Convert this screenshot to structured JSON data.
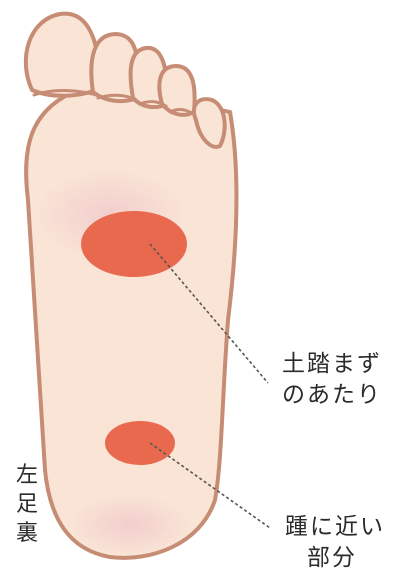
{
  "side_label": [
    "左",
    "足",
    "裏"
  ],
  "annotations": {
    "ball": {
      "lines": [
        "土踏まず",
        "のあたり"
      ]
    },
    "heel": {
      "lines": [
        "踵に近い",
        "部分"
      ]
    }
  },
  "colors": {
    "skin": "#f9e4d6",
    "outline": "#c68c74",
    "blush": "#f0c6c8",
    "marker": "#e8694d",
    "leader": "#555555",
    "text": "#2b2b2b"
  }
}
